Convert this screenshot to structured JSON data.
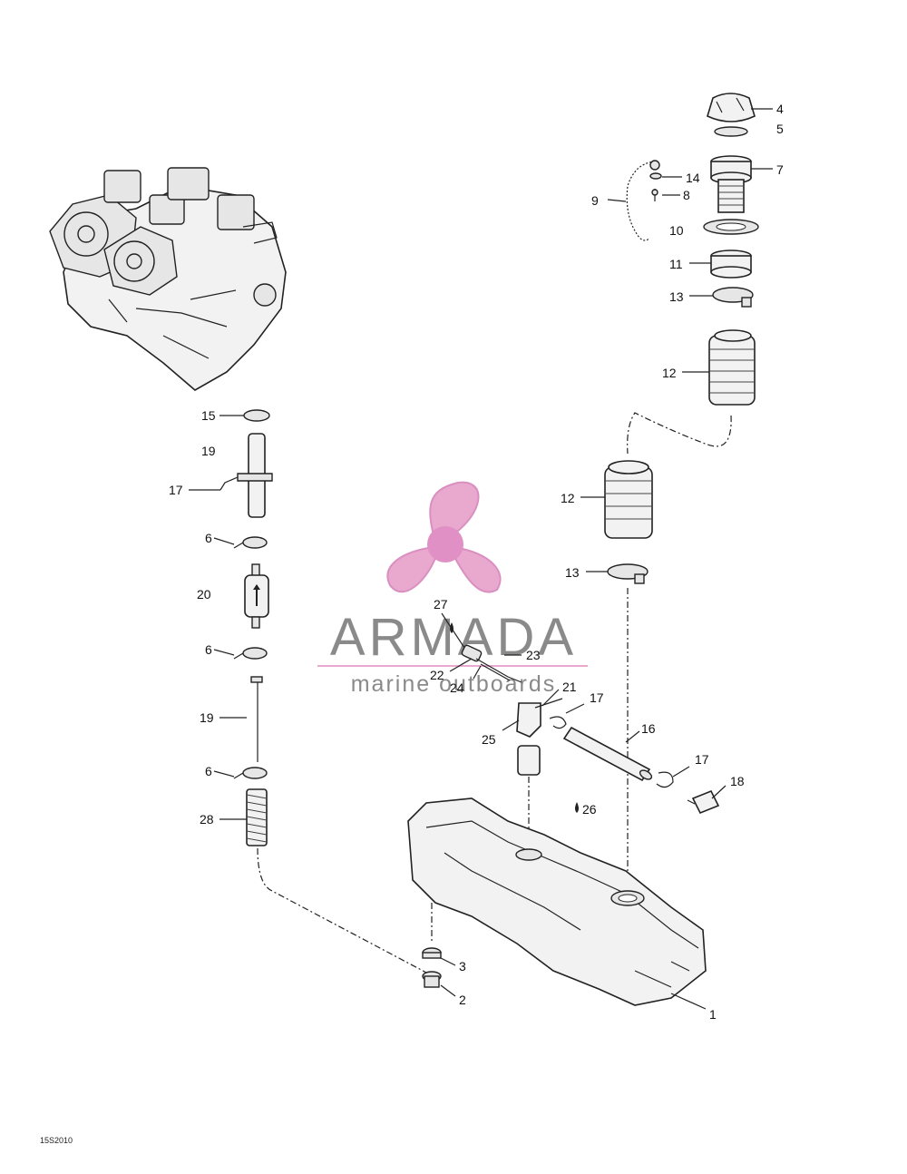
{
  "watermark": {
    "brand": "ARMADA",
    "tagline": "marine outboards",
    "logo_color": "#e9a9cf",
    "text_color": "#8a8a8a"
  },
  "figure_code": "15S2010",
  "callouts": [
    {
      "id": "c4",
      "text": "4"
    },
    {
      "id": "c5",
      "text": "5"
    },
    {
      "id": "c7",
      "text": "7"
    },
    {
      "id": "c14",
      "text": "14"
    },
    {
      "id": "c8",
      "text": "8"
    },
    {
      "id": "c9",
      "text": "9"
    },
    {
      "id": "c10",
      "text": "10"
    },
    {
      "id": "c11",
      "text": "11"
    },
    {
      "id": "c13a",
      "text": "13"
    },
    {
      "id": "c12a",
      "text": "12"
    },
    {
      "id": "c12b",
      "text": "12"
    },
    {
      "id": "c13b",
      "text": "13"
    },
    {
      "id": "c15",
      "text": "15"
    },
    {
      "id": "c19a",
      "text": "19"
    },
    {
      "id": "c17a",
      "text": "17"
    },
    {
      "id": "c6a",
      "text": "6"
    },
    {
      "id": "c20",
      "text": "20"
    },
    {
      "id": "c6b",
      "text": "6"
    },
    {
      "id": "c19b",
      "text": "19"
    },
    {
      "id": "c6c",
      "text": "6"
    },
    {
      "id": "c28",
      "text": "28"
    },
    {
      "id": "c27",
      "text": "27"
    },
    {
      "id": "c23",
      "text": "23"
    },
    {
      "id": "c22",
      "text": "22"
    },
    {
      "id": "c24",
      "text": "24"
    },
    {
      "id": "c21",
      "text": "21"
    },
    {
      "id": "c17b",
      "text": "17"
    },
    {
      "id": "c16",
      "text": "16"
    },
    {
      "id": "c25",
      "text": "25"
    },
    {
      "id": "c17c",
      "text": "17"
    },
    {
      "id": "c18",
      "text": "18"
    },
    {
      "id": "c26",
      "text": "26"
    },
    {
      "id": "c3",
      "text": "3"
    },
    {
      "id": "c2",
      "text": "2"
    },
    {
      "id": "c1",
      "text": "1"
    }
  ]
}
